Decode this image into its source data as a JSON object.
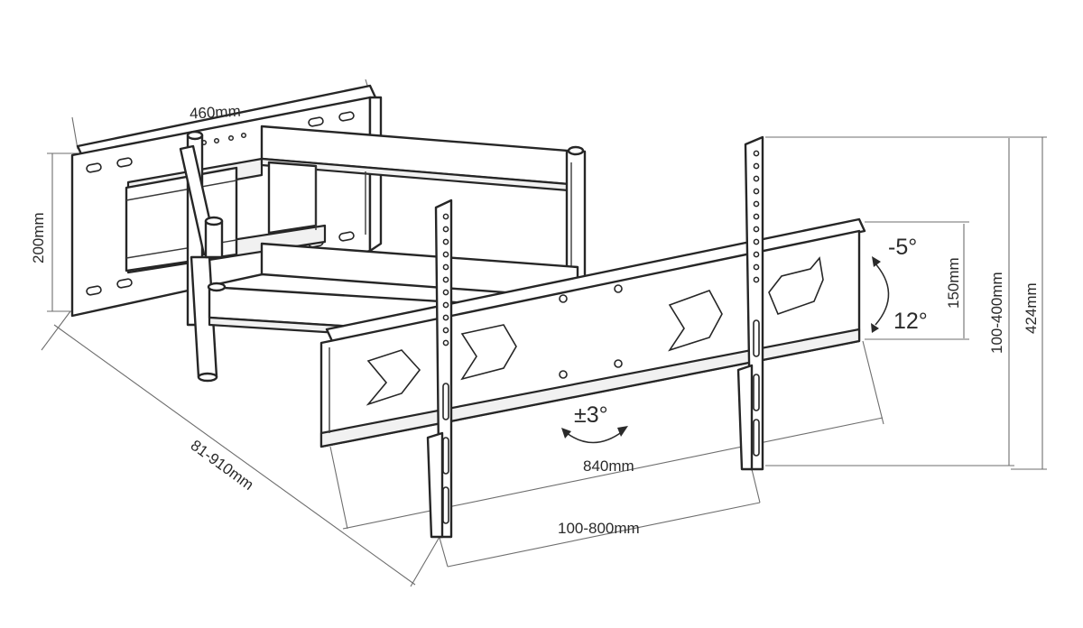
{
  "diagram": {
    "labels": {
      "arm_width": "460mm",
      "wall_plate_height": "200mm",
      "extension_range": "81-910mm",
      "tilt_up": "-5°",
      "tilt_down": "12°",
      "vertical_spacing": "150mm",
      "vesa_vertical": "100-400mm",
      "total_height": "424mm",
      "swivel": "±3°",
      "crossbar_width": "840mm",
      "vesa_horizontal": "100-800mm"
    },
    "colors": {
      "line": "#262626",
      "dimension_line": "#6e6e6e",
      "background": "#ffffff"
    }
  }
}
